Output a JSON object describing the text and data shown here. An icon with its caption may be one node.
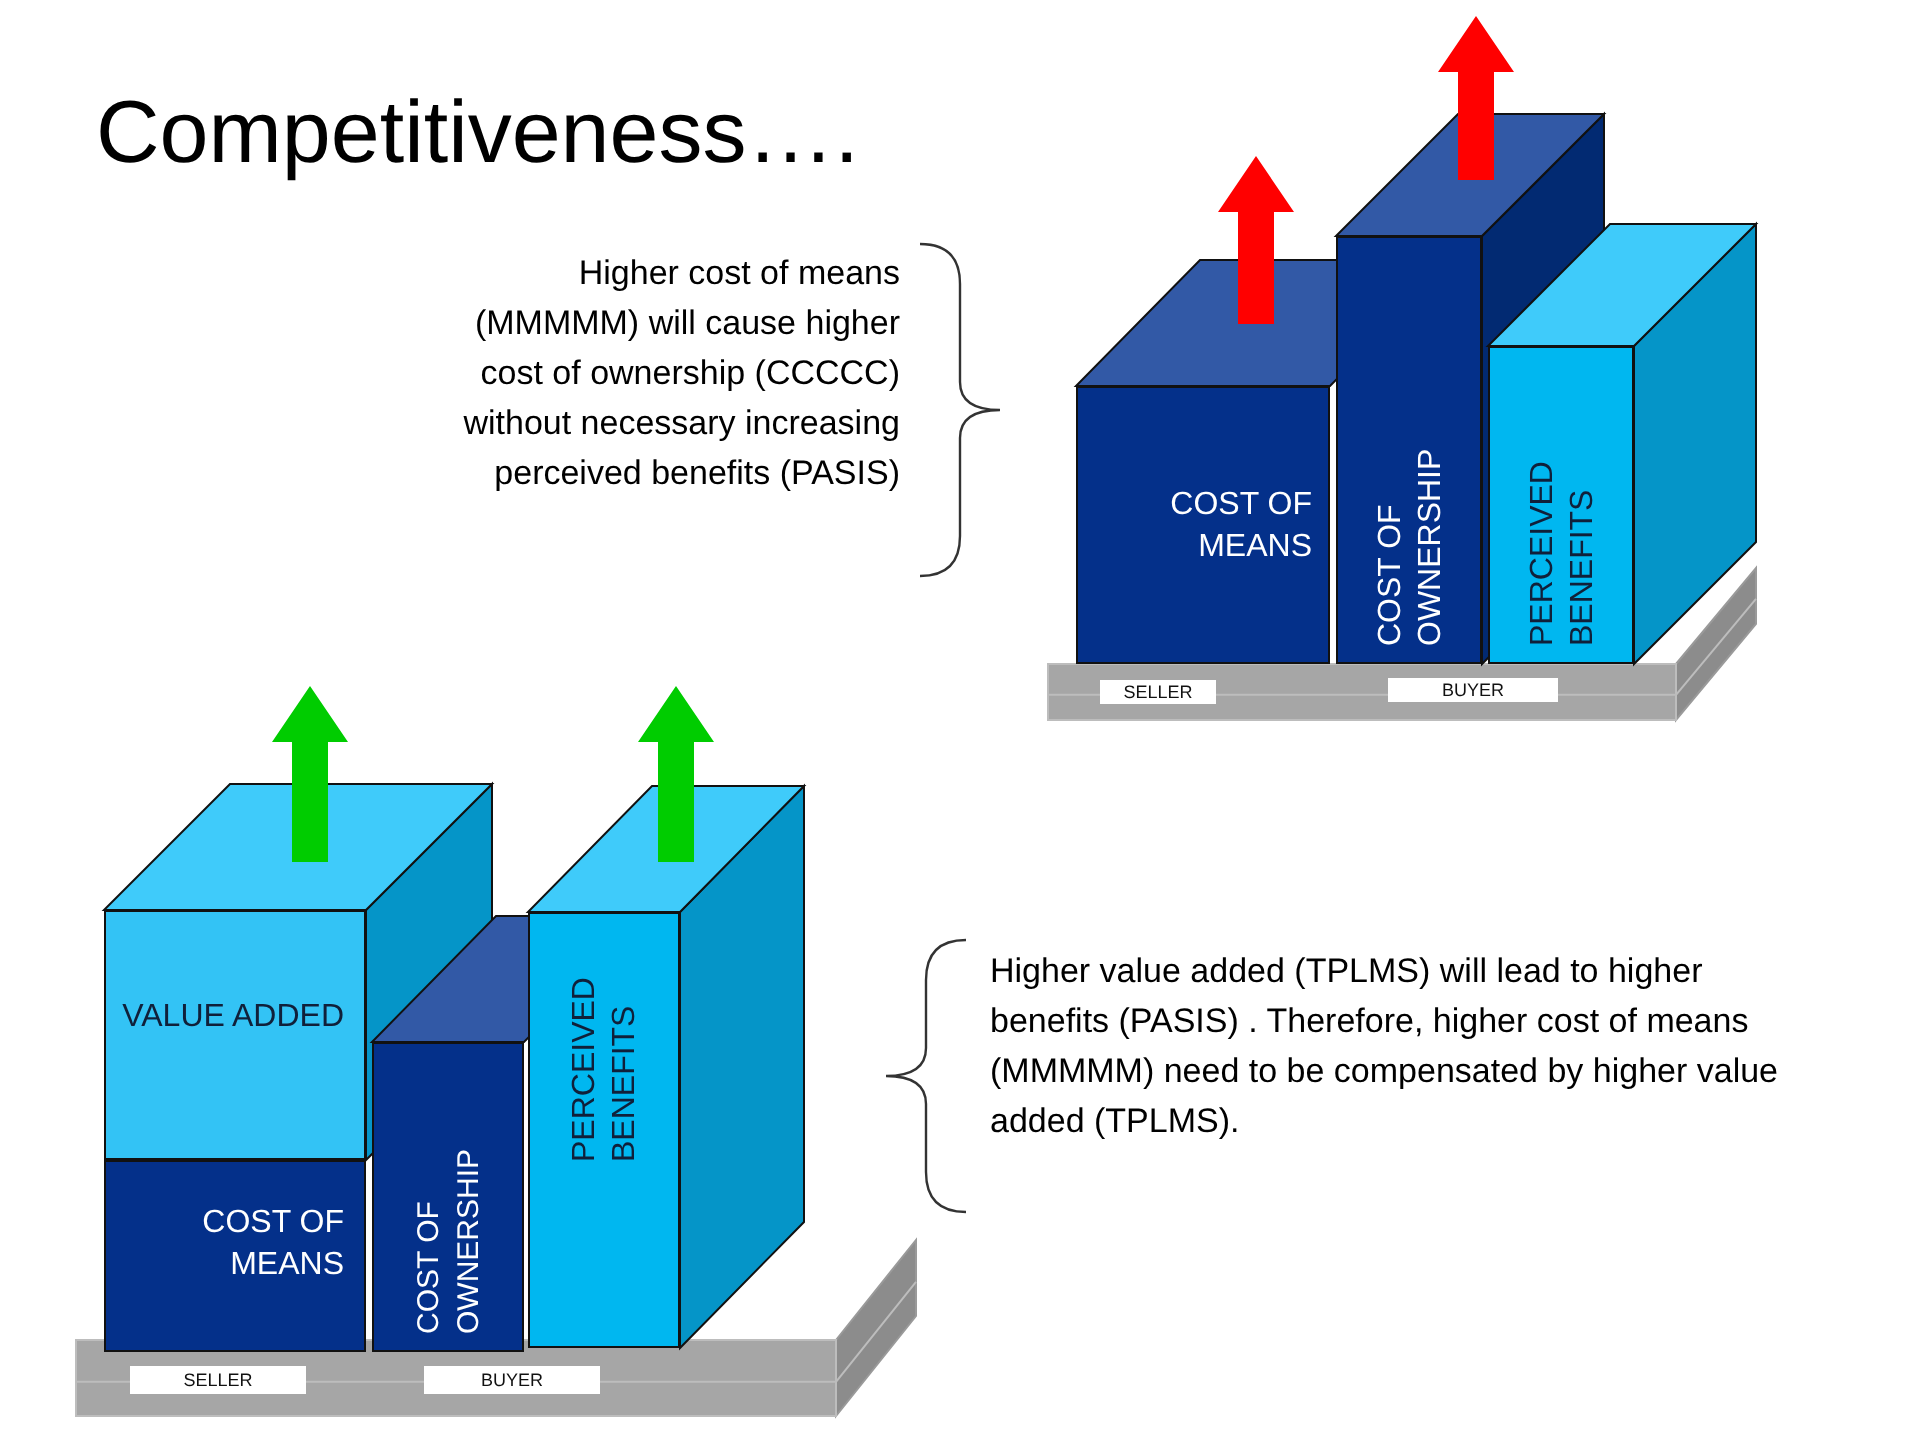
{
  "diagram": {
    "title": "Competitiveness….",
    "nodes": [
      {
        "text": [
          "COST OF MEANS"
        ]
      },
      {
        "text": [
          "COST OF OWNERSHIP"
        ]
      },
      {
        "text": [
          "PERCEIVED BENEFITS"
        ]
      },
      {
        "text": [
          "SELLER"
        ]
      },
      {
        "text": [
          "BUYER"
        ]
      },
      {
        "text": [
          "VALUE ADDED"
        ]
      },
      {
        "text": [
          "COST OF MEANS"
        ]
      },
      {
        "text": [
          "COST OF OWNERSHIP"
        ]
      },
      {
        "text": [
          "PERCEIVED BENEFITS"
        ]
      },
      {
        "text": [
          "SELLER"
        ]
      },
      {
        "text": [
          "BUYER"
        ]
      }
    ],
    "labels": [
      "Higher cost of means (MMMMM) will cause higher cost of ownership (CCCCC) without necessary increasing perceived benefits (PASIS)",
      "Higher value added (TPLMS) will lead to higher benefits (PASIS) . Therefore, higher cost of means (MMMMM) need to be compensated by higher value added (TPLMS)."
    ]
  }
}
